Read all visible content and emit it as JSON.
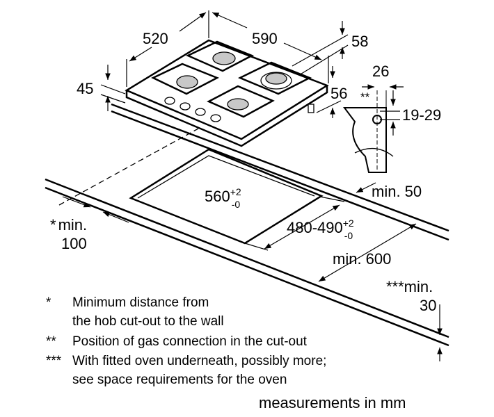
{
  "dimensions": {
    "depth": "520",
    "width": "590",
    "gas_height": "58",
    "total_height": "45",
    "foot_height": "56",
    "gas_offset": "26",
    "gas_marker": "**",
    "gas_depth": "19-29",
    "cutout_width": "560",
    "cutout_width_tol_plus": "+2",
    "cutout_width_tol_minus": "-0",
    "cutout_depth": "480-490",
    "cutout_depth_tol_plus": "+2",
    "cutout_depth_tol_minus": "-0",
    "min_front": "min. 50",
    "min_wall_star": "*",
    "min_wall": "min.",
    "min_wall_value": "100",
    "min_counter": "min. 600",
    "min_oven": "***min.",
    "min_oven_value": "30"
  },
  "notes": [
    {
      "mark": "*",
      "lines": [
        "Minimum distance from",
        "the hob cut-out to the wall"
      ]
    },
    {
      "mark": "**",
      "lines": [
        "Position of gas connection in the cut-out"
      ]
    },
    {
      "mark": "***",
      "lines": [
        "With fitted oven underneath, possibly more;",
        "see space requirements for the oven"
      ]
    }
  ],
  "units_caption": "measurements in mm"
}
